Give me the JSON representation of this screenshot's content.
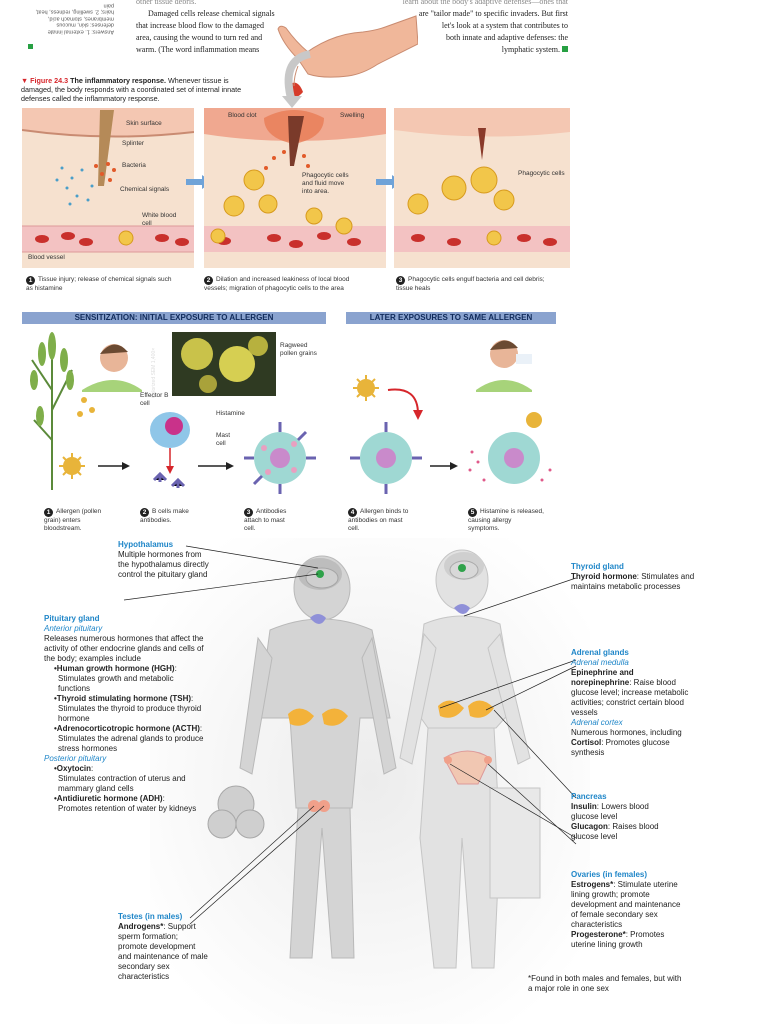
{
  "top_text": {
    "margin_note_upside_down": "Answers: 1. external innate defenses: skin, mucous membranes, stomach acid, hairs; 2. swelling, redness, heat, pain",
    "left_column": [
      "other tissue debris.",
      "Damaged cells release chemical signals",
      "that increase blood flow to the damaged",
      "area, causing the wound to turn red and",
      "warm. (The word inflammation means"
    ],
    "right_column": [
      "learn about the body's adaptive defenses—ones that",
      "are \"tailor made\" to specific invaders. But first",
      "let's look at a system that contributes to",
      "both innate and adaptive defenses: the",
      "lymphatic system."
    ]
  },
  "figure": {
    "label": "Figure 24.3",
    "title": "The inflammatory response.",
    "caption": "Whenever tissue is damaged, the body responds with a coordinated set of internal innate defenses called the inflammatory response."
  },
  "inflammation_panels": {
    "labels_panel1": [
      "Skin surface",
      "Splinter",
      "Bacteria",
      "Chemical signals",
      "White blood cell",
      "Blood vessel"
    ],
    "labels_panel2": [
      "Blood clot",
      "Swelling",
      "Phagocytic cells and fluid move into area."
    ],
    "labels_panel3": [
      "Phagocytic cells"
    ],
    "steps": [
      {
        "n": "1",
        "text": "Tissue injury; release of chemical signals such as histamine"
      },
      {
        "n": "2",
        "text": "Dilation and increased leakiness of local blood vessels; migration of phagocytic cells to the area"
      },
      {
        "n": "3",
        "text": "Phagocytic cells engulf bacteria and cell debris; tissue heals"
      }
    ]
  },
  "allergy": {
    "bar_left": "SENSITIZATION: INITIAL EXPOSURE TO ALLERGEN",
    "bar_right": "LATER EXPOSURES TO SAME ALLERGEN",
    "labels": {
      "ragweed": "Ragweed pollen grains",
      "effector": "Effector B cell",
      "histamine": "Histamine",
      "mast": "Mast cell",
      "credit": "Colorized SEM 1,400×"
    },
    "steps": [
      {
        "n": "1",
        "text": "Allergen (pollen grain) enters bloodstream."
      },
      {
        "n": "2",
        "text": "B cells make antibodies."
      },
      {
        "n": "3",
        "text": "Antibodies attach to mast cell."
      },
      {
        "n": "4",
        "text": "Allergen binds to antibodies on mast cell."
      },
      {
        "n": "5",
        "text": "Histamine is released, causing allergy symptoms."
      }
    ]
  },
  "endocrine": {
    "hypothalamus": {
      "title": "Hypothalamus",
      "body": "Multiple hormones from the hypothalamus directly control the pituitary gland"
    },
    "pituitary": {
      "title": "Pituitary gland",
      "anterior": "Anterior pituitary",
      "intro": "Releases numerous hormones that affect the activity of other endocrine glands and cells of the body; examples include",
      "items": [
        {
          "name": "•Human growth hormone (HGH)",
          "desc": "Stimulates growth and metabolic functions"
        },
        {
          "name": "•Thyroid stimulating hormone (TSH)",
          "desc": "Stimulates the thyroid to produce thyroid hormone"
        },
        {
          "name": "•Adrenocorticotropic hormone (ACTH)",
          "desc": "Stimulates the adrenal glands to produce stress hormones"
        }
      ],
      "posterior": "Posterior pituitary",
      "items2": [
        {
          "name": "•Oxytocin",
          "desc": "Stimulates contraction of uterus and mammary gland cells"
        },
        {
          "name": "•Antidiuretic hormone (ADH)",
          "desc": "Promotes retention of water by kidneys"
        }
      ]
    },
    "thyroid": {
      "title": "Thyroid gland",
      "hormone": "Thyroid hormone",
      "desc": ": Stimulates and maintains metabolic processes"
    },
    "adrenal": {
      "title": "Adrenal glands",
      "medulla": "Adrenal medulla",
      "epi": "Epinephrine and norepinephrine",
      "epi_desc": ": Raise blood glucose level; increase metabolic activities; constrict certain blood vessels",
      "cortex": "Adrenal cortex",
      "cortex_desc": "Numerous hormones, including",
      "cortisol": "Cortisol",
      "cortisol_desc": ": Promotes glucose synthesis"
    },
    "pancreas": {
      "title": "Pancreas",
      "insulin": "Insulin",
      "insulin_desc": ": Lowers blood glucose level",
      "glucagon": "Glucagon",
      "glucagon_desc": ": Raises blood glucose level"
    },
    "ovaries": {
      "title": "Ovaries (in females)",
      "estrogens": "Estrogens*",
      "estrogens_desc": ": Stimulate uterine lining growth; promote development and maintenance of female secondary sex characteristics",
      "progesterone": "Progesterone*",
      "progesterone_desc": ": Promotes uterine lining growth"
    },
    "testes": {
      "title": "Testes (in males)",
      "androgens": "Androgens*",
      "androgens_desc": ": Support sperm formation; promote development and maintenance of male secondary sex characteristics"
    },
    "footnote": "*Found in both males and females, but with a major role in one sex"
  },
  "colors": {
    "accent_blue": "#1f86c8",
    "figure_red": "#d6262b",
    "bar": "#8aa3cf"
  }
}
